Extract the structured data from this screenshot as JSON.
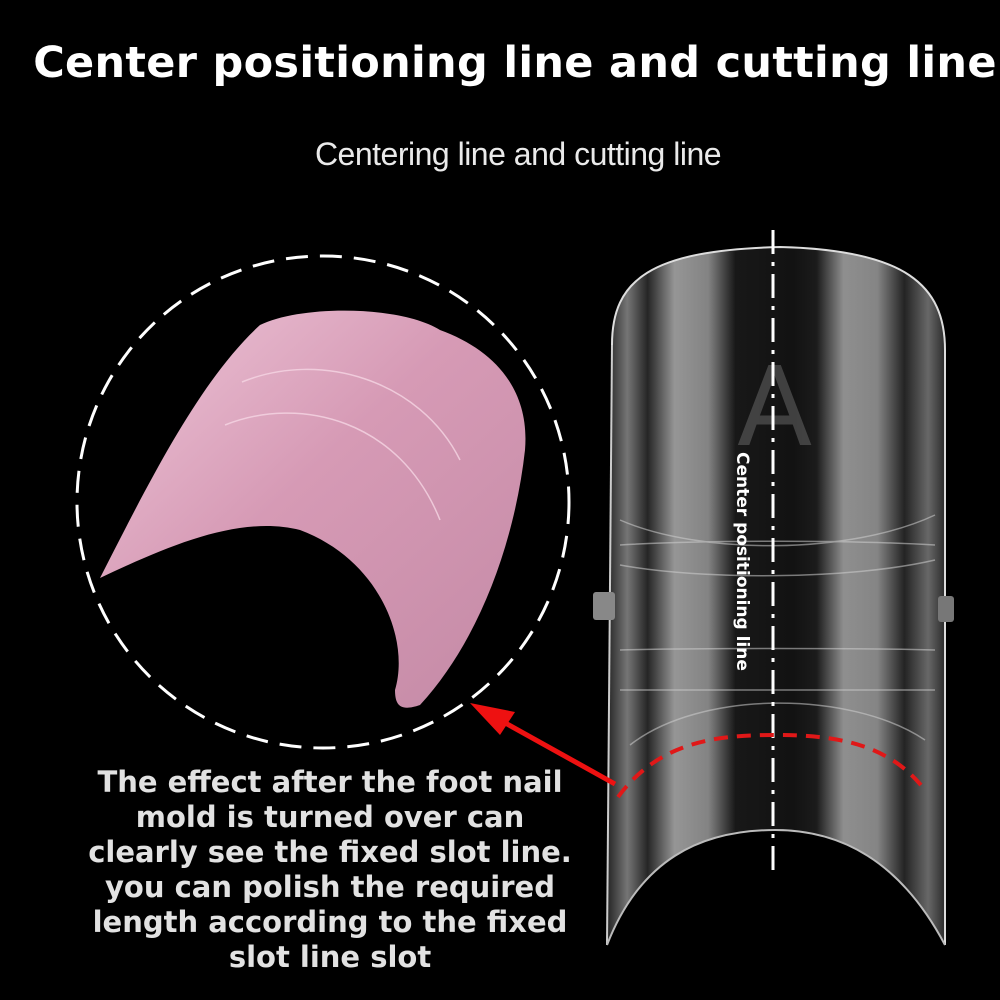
{
  "title": "Center positioning line and cutting line",
  "subtitle": "Centering line and cutting line",
  "vertical_label": "Center positioning line",
  "mold_letter": "A",
  "caption_lines": [
    "The effect after the foot nail",
    "mold is turned over can",
    "clearly see the fixed slot line.",
    "you can polish the required",
    "length according to the fixed",
    "slot line slot"
  ],
  "colors": {
    "background": "#000000",
    "text": "#ffffff",
    "caption_text": "#e2e2e2",
    "pink_nail": "#d9a3bd",
    "cut_line": "#e01818",
    "arrow": "#ee1111",
    "dashed_circle": "#ffffff"
  }
}
